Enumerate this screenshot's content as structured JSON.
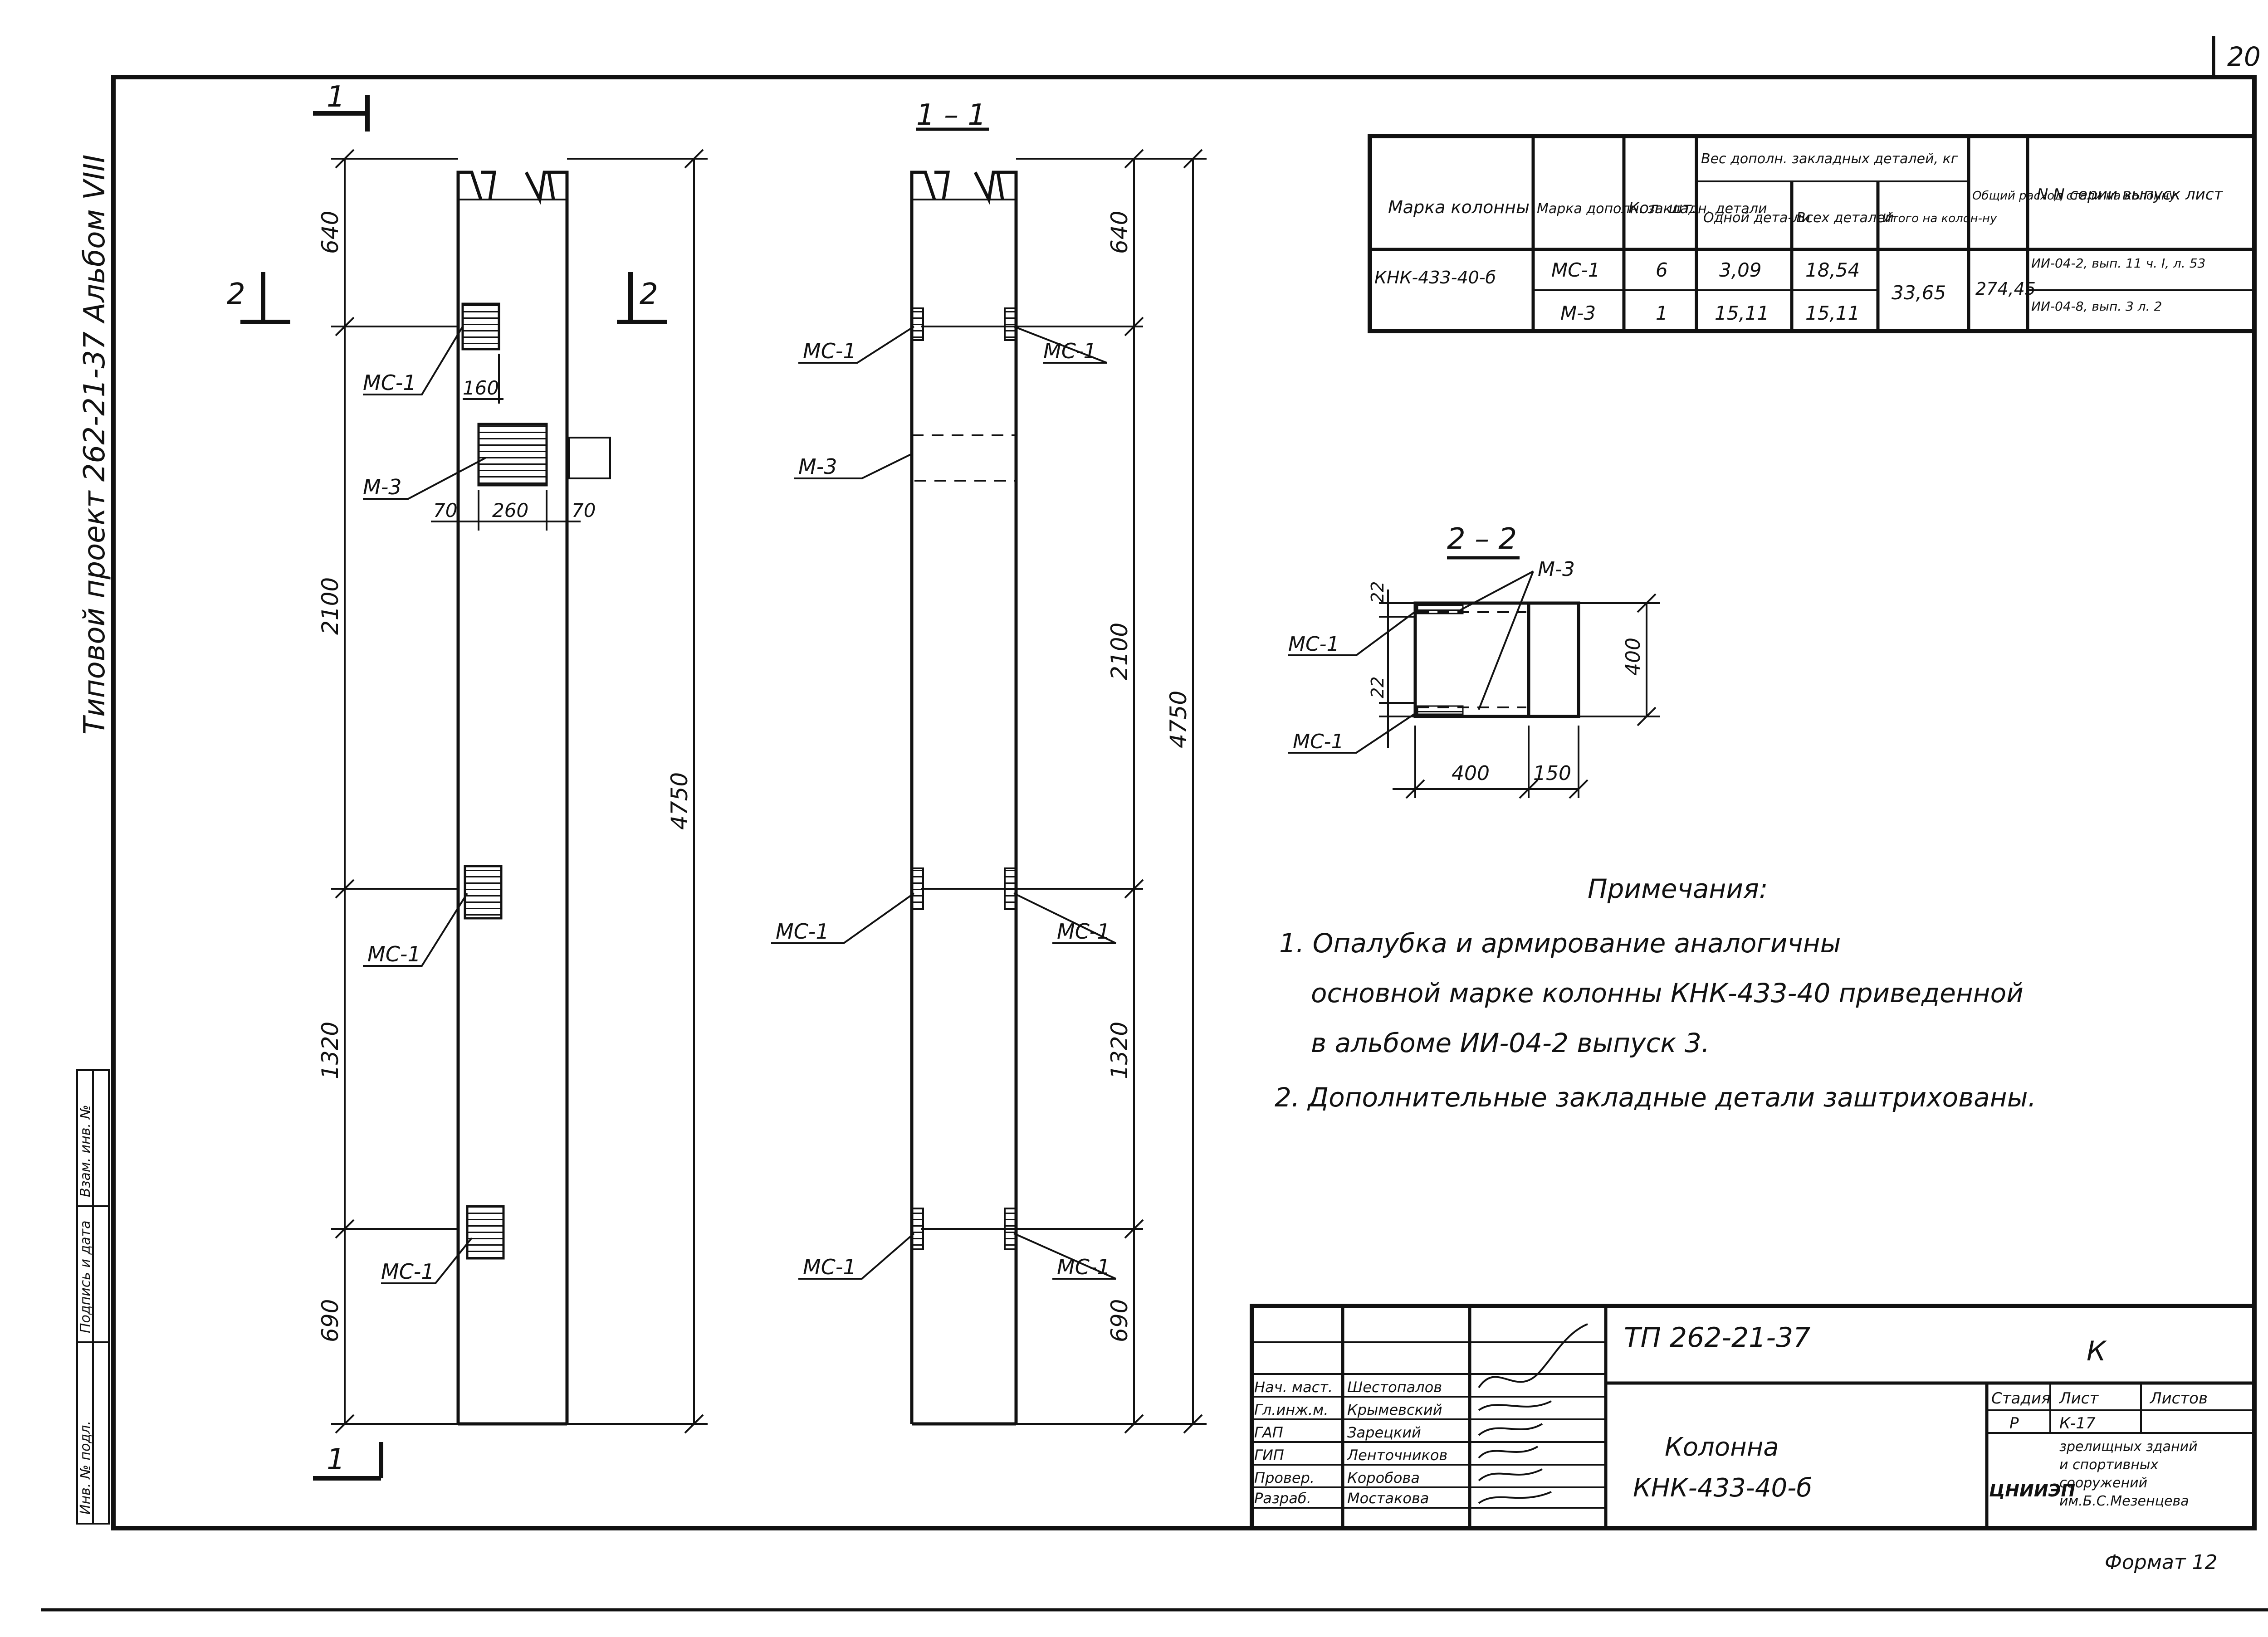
{
  "page": {
    "sheet_number": "20",
    "side_title": "Типовой проект 262-21-37 Альбом VIII",
    "format": "Формат 12"
  },
  "column_view": {
    "section_mark_1": "1",
    "section_mark_2": "2",
    "dims": [
      "640",
      "2100",
      "1320",
      "690",
      "4750"
    ],
    "detail_dims": [
      "160",
      "70",
      "260",
      "70"
    ],
    "labels": {
      "mc1": "МС-1",
      "m3": "М-3"
    }
  },
  "section_1_1": {
    "title": "1 – 1",
    "dims": [
      "640",
      "2100",
      "1320",
      "690",
      "4750"
    ],
    "labels": {
      "mc1": "МС-1",
      "m3": "М-3"
    }
  },
  "section_2_2": {
    "title": "2 – 2",
    "dims": {
      "top_gap": "22",
      "bottom_gap": "22",
      "height": "400",
      "width": "400",
      "offset": "150"
    },
    "labels": {
      "mc1": "МС-1",
      "m3": "М-3"
    }
  },
  "spec_table": {
    "headers": {
      "col_mark": "Марка колонны",
      "col_detail": "Марка дополн. закладн. детали",
      "col_qty": "Кол. шт.",
      "col_weight": "Вес дополн. закладных деталей, кг",
      "col_one": "Одной дета-ли",
      "col_all": "Всех деталей",
      "col_total": "Итого на колон-ну",
      "col_steel": "Общий расход стали на колонну",
      "col_series": "N N серии выпуск лист"
    },
    "mark": "КНК-433-40-б",
    "total": "33,65",
    "steel": "274,45",
    "rows": [
      {
        "detail": "МС-1",
        "qty": "6",
        "one": "3,09",
        "all": "18,54",
        "series": "ИИ-04-2, вып. 11 ч. I, л. 53"
      },
      {
        "detail": "М-3",
        "qty": "1",
        "one": "15,11",
        "all": "15,11",
        "series": "ИИ-04-8, вып. 3 л. 2"
      }
    ]
  },
  "notes": {
    "title": "Примечания:",
    "line1": "1. Опалубка и армирование аналогичны",
    "line2": "основной марке колонны КНК-433-40 приведенной",
    "line3": "в альбоме ИИ-04-2 выпуск 3.",
    "line4": "2. Дополнительные закладные детали заштрихованы."
  },
  "title_block": {
    "project_code": "ТП 262-21-37",
    "letter": "К",
    "title_line1": "Колонна",
    "title_line2": "КНК-433-40-б",
    "stage_label": "Стадия",
    "sheet_label": "Лист",
    "sheets_label": "Листов",
    "stage": "Р",
    "sheet": "К-17",
    "org_logo": "ЦНИИЭП",
    "org_line1": "зрелищных зданий",
    "org_line2": "и спортивных",
    "org_line3": "сооружений",
    "org_line4": "им.Б.С.Мезенцева",
    "staff": [
      {
        "role": "Нач. маст.",
        "name": "Шестопалов"
      },
      {
        "role": "Гл.инж.м.",
        "name": "Крымевский"
      },
      {
        "role": "ГАП",
        "name": "Зарецкий"
      },
      {
        "role": "ГИП",
        "name": "Ленточников"
      },
      {
        "role": "Провер.",
        "name": "Коробова"
      },
      {
        "role": "Разраб.",
        "name": "Мостакова"
      }
    ]
  },
  "side_stamp": {
    "inv_orig": "Инв. № подл.",
    "sign_date": "Подпись и дата",
    "inv_repl": "Взам. инв. №"
  }
}
